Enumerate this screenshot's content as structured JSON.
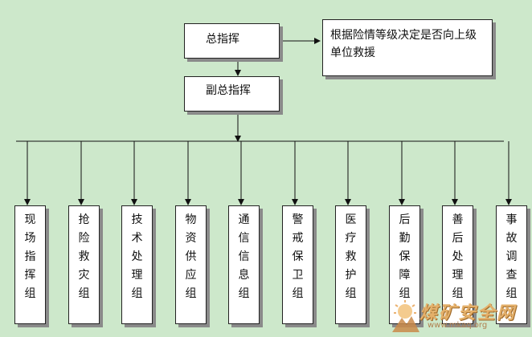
{
  "chart_data": {
    "type": "table",
    "nodes": {
      "top": "总指挥",
      "deputy": "副总指挥",
      "note": "根据险情等级决定是否向上级单位救援"
    },
    "teams": [
      "现场指挥组",
      "抢险救灾组",
      "技术处理组",
      "物资供应组",
      "通信信息组",
      "警戒保卫组",
      "医疗救护组",
      "后勤保障组",
      "善后处理组",
      "事故调查组"
    ],
    "edges": [
      [
        "总指挥",
        "副总指挥"
      ],
      [
        "总指挥",
        "根据险情等级决定是否向上级单位救援"
      ],
      [
        "副总指挥",
        "teams"
      ]
    ]
  },
  "diagram": {
    "top_label": "总指挥",
    "deputy_label": "副总指挥",
    "note_label": "根据险情等级决定是否向上级单位救援",
    "teams": [
      {
        "label": "现场指挥组",
        "chars": [
          "现",
          "场",
          "指",
          "挥",
          "组"
        ]
      },
      {
        "label": "抢险救灾组",
        "chars": [
          "抢",
          "险",
          "救",
          "灾",
          "组"
        ]
      },
      {
        "label": "技术处理组",
        "chars": [
          "技",
          "术",
          "处",
          "理",
          "组"
        ]
      },
      {
        "label": "物资供应组",
        "chars": [
          "物",
          "资",
          "供",
          "应",
          "组"
        ]
      },
      {
        "label": "通信信息组",
        "chars": [
          "通",
          "信",
          "信",
          "息",
          "组"
        ]
      },
      {
        "label": "警戒保卫组",
        "chars": [
          "警",
          "戒",
          "保",
          "卫",
          "组"
        ]
      },
      {
        "label": "医疗救护组",
        "chars": [
          "医",
          "疗",
          "救",
          "护",
          "组"
        ]
      },
      {
        "label": "后勤保障组",
        "chars": [
          "后",
          "勤",
          "保",
          "障",
          "组"
        ]
      },
      {
        "label": "善后处理组",
        "chars": [
          "善",
          "后",
          "处",
          "理",
          "组"
        ]
      },
      {
        "label": "事故调查组",
        "chars": [
          "事",
          "故",
          "调",
          "查",
          "组"
        ]
      }
    ]
  },
  "watermark": {
    "title": "煤矿安全网",
    "url": "www.mkaq.org",
    "icon": "mountain-sun-icon"
  }
}
